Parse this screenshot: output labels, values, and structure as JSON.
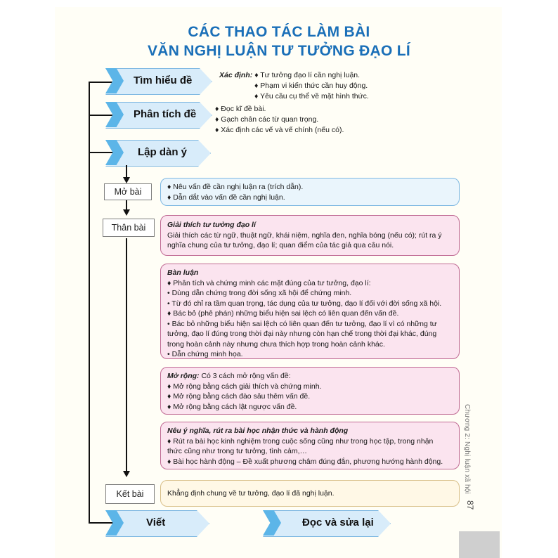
{
  "title": {
    "line1": "CÁC THAO TÁC LÀM BÀI",
    "line2": "VĂN NGHỊ LUẬN TƯ TƯỞNG ĐẠO LÍ"
  },
  "steps": {
    "tim_hieu_de": "Tìm hiểu đề",
    "phan_tich_de": "Phân tích đề",
    "lap_dan_y": "Lập dàn ý",
    "viet": "Viết",
    "doc_va_sua_lai": "Đọc và sửa lại"
  },
  "tim_hieu_notes": {
    "label": "Xác định:",
    "items": [
      "♦ Tư tưởng đạo lí cần nghị luận.",
      "♦ Phạm vi kiến thức cần huy động.",
      "♦ Yêu cầu cụ thể về mặt hình thức."
    ]
  },
  "phan_tich_notes": [
    "♦ Đọc kĩ đề bài.",
    "♦ Gạch chân các từ quan trọng.",
    "♦ Xác định các vế và vế chính (nếu có)."
  ],
  "stages": {
    "mo_bai": "Mở bài",
    "than_bai": "Thân bài",
    "ket_bai": "Kết bài"
  },
  "mo_bai_box": [
    "♦ Nêu vấn đề cần nghị luận ra (trích dẫn).",
    "♦ Dẫn dắt vào vấn đề cần nghị luận."
  ],
  "giai_thich": {
    "heading": "Giải thích tư tưởng đạo lí",
    "lines": [
      "Giải thích các từ ngữ, thuật ngữ, khái niệm, nghĩa đen, nghĩa bóng (nếu có); rút ra ý",
      "nghĩa chung của tư tưởng, đạo lí; quan điểm của tác giả qua câu nói."
    ]
  },
  "ban_luan": {
    "heading": "Bàn luận",
    "lines": [
      "♦ Phân tích và chứng minh các mặt đúng của tư tưởng, đạo lí:",
      "• Dùng dẫn chứng trong đời sống xã hội để chứng minh.",
      "• Từ đó chỉ ra tầm quan trọng, tác dụng của tư tưởng, đạo lí đối với đời sống xã hội.",
      "♦ Bác bỏ (phê phán) những biểu hiện sai lệch có liên quan đến vấn đề.",
      "• Bác bỏ những biểu hiện sai lệch có liên quan đến tư tưởng, đạo lí vì có những tư",
      "tưởng, đạo lí đúng trong thời đại này nhưng còn hạn chế trong thời đại khác, đúng",
      "trong hoàn cảnh này nhưng chưa thích hợp trong hoàn cảnh khác.",
      "• Dẫn chứng minh họa."
    ]
  },
  "mo_rong": {
    "heading": "Mở rộng:",
    "heading_rest": " Có 3 cách mở rộng vấn đề:",
    "lines": [
      "♦ Mở rộng bằng cách giải thích và chứng minh.",
      "♦ Mở rộng bằng cách đào sâu thêm vấn đề.",
      "♦ Mở rộng bằng cách lật ngược vấn đề."
    ]
  },
  "neu_y_nghia": {
    "heading": "Nêu ý nghĩa, rút ra bài học nhận thức và hành động",
    "lines": [
      "♦ Rút ra bài học kinh nghiệm trong cuộc sống cũng như trong học tập, trong nhận",
      "thức cũng như trong tư tưởng, tình cảm,…",
      "♦ Bài học hành động – Đề xuất phương châm đúng đắn, phương hướng hành động."
    ]
  },
  "ket_bai_box": "Khẳng định chung về tư tưởng, đạo lí đã nghị luận.",
  "side_tab": "Chương 2: Nghị luận xã hội",
  "page_number": "87",
  "colors": {
    "title": "#1a6fb8",
    "chevron_fill": "#d8ecfa",
    "chevron_tip": "#5cb5e8",
    "pink_box": "#fbe4ef",
    "blue_box": "#eaf5fc",
    "yellow_box": "#fff8e6"
  }
}
